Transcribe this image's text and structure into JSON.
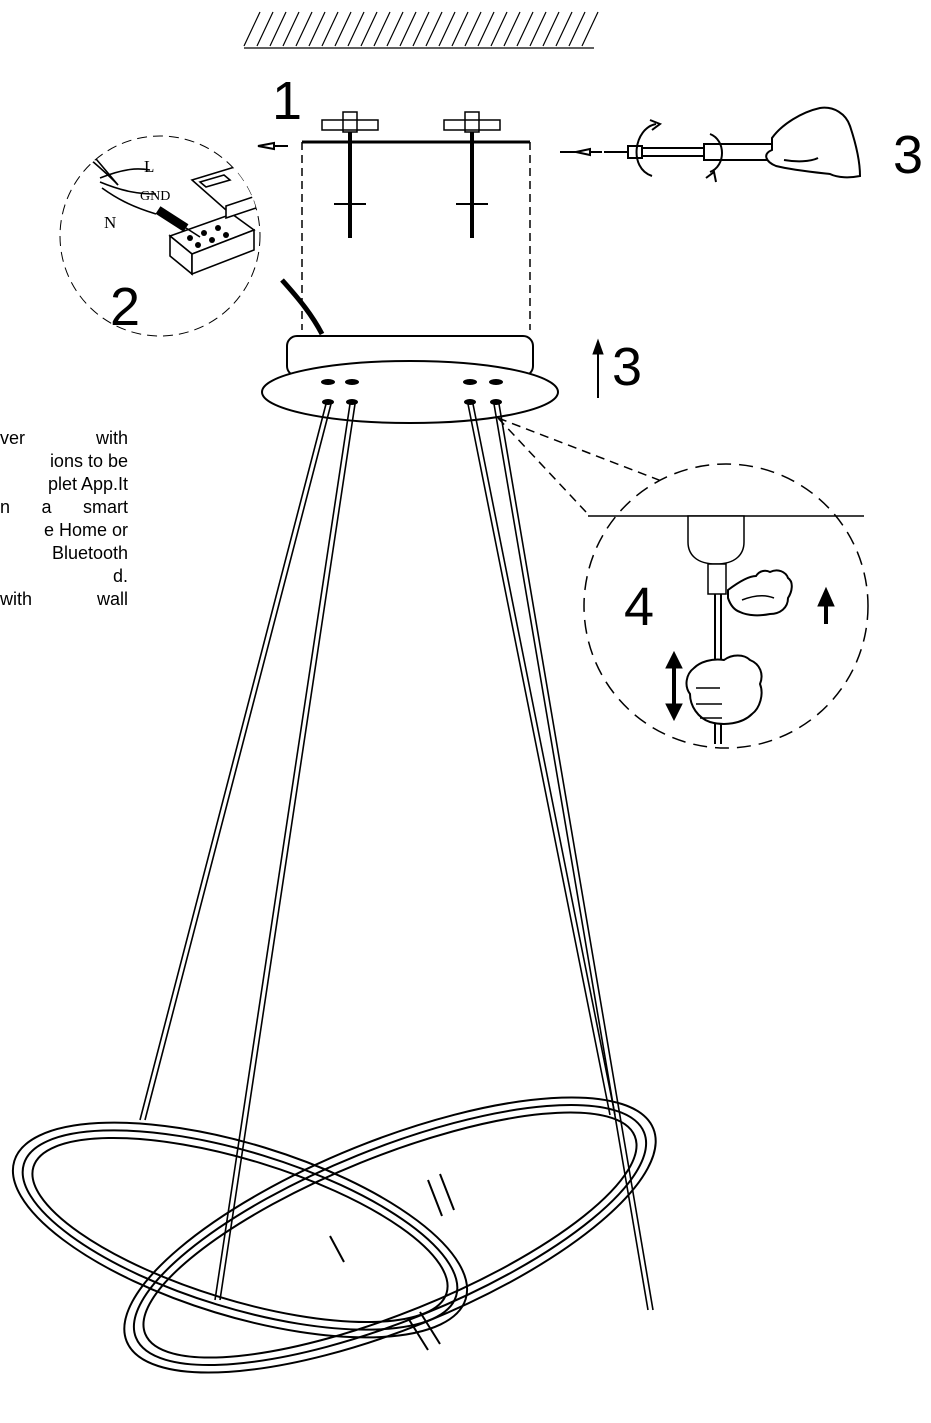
{
  "steps": {
    "s1": "1",
    "s2": "2",
    "s3a": "3",
    "s3b": "3",
    "s4": "4"
  },
  "wire_labels": {
    "live": "L",
    "ground": "GND",
    "neutral": "N"
  },
  "description": {
    "lines": [
      [
        "ver",
        "with"
      ],
      [
        "ions to be"
      ],
      [
        "plet App.It"
      ],
      [
        "n",
        "a",
        "smart"
      ],
      [
        "e Home or"
      ],
      [
        "Bluetooth"
      ],
      [
        "d."
      ],
      [
        "with",
        "wall"
      ]
    ]
  },
  "colors": {
    "ink": "#000000",
    "paper": "#ffffff"
  },
  "icons": [
    "ceiling-hatch-icon",
    "screwdriver-hand-icon",
    "arrow-up-icon",
    "hand-icon"
  ]
}
